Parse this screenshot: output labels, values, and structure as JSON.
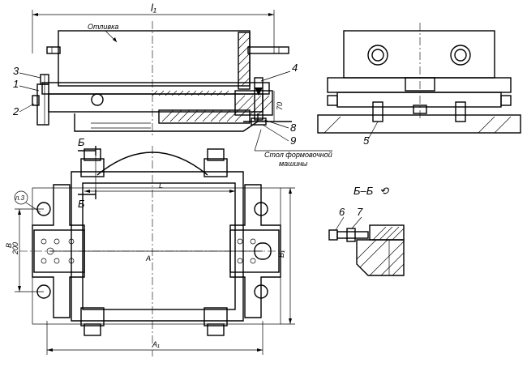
{
  "dimensions": {
    "l1": "l₁",
    "L": "L",
    "A": "A",
    "A1": "A₁",
    "B": "B",
    "B1": "B₁",
    "h200": "200",
    "h70": "70"
  },
  "callouts": {
    "c1": "1",
    "c2": "2",
    "c3": "3",
    "c4": "4",
    "c5": "5",
    "c6": "6",
    "c7": "7",
    "c8": "8",
    "c9": "9"
  },
  "labels": {
    "otlivka": "Отливка",
    "stol": "Стол формовочной",
    "mashiny": "машины",
    "section_top": "Б",
    "section_bottom": "Б",
    "section_view": "Б–Б",
    "rotated_symbol": "⟲",
    "p3": "п.3"
  }
}
